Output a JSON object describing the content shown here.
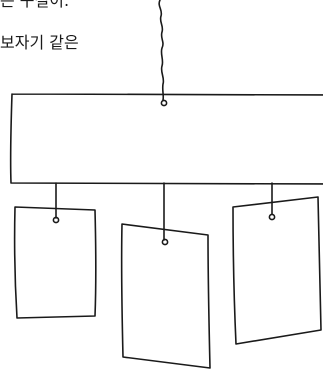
{
  "text": {
    "line_1": "는 구절이.",
    "line_2": "보자기 같은"
  },
  "illustration": {
    "subject": "hanging-mobile-drawing",
    "stroke_color": "#1a1a1a",
    "background_color": "#ffffff",
    "hanging_cards": 3
  }
}
